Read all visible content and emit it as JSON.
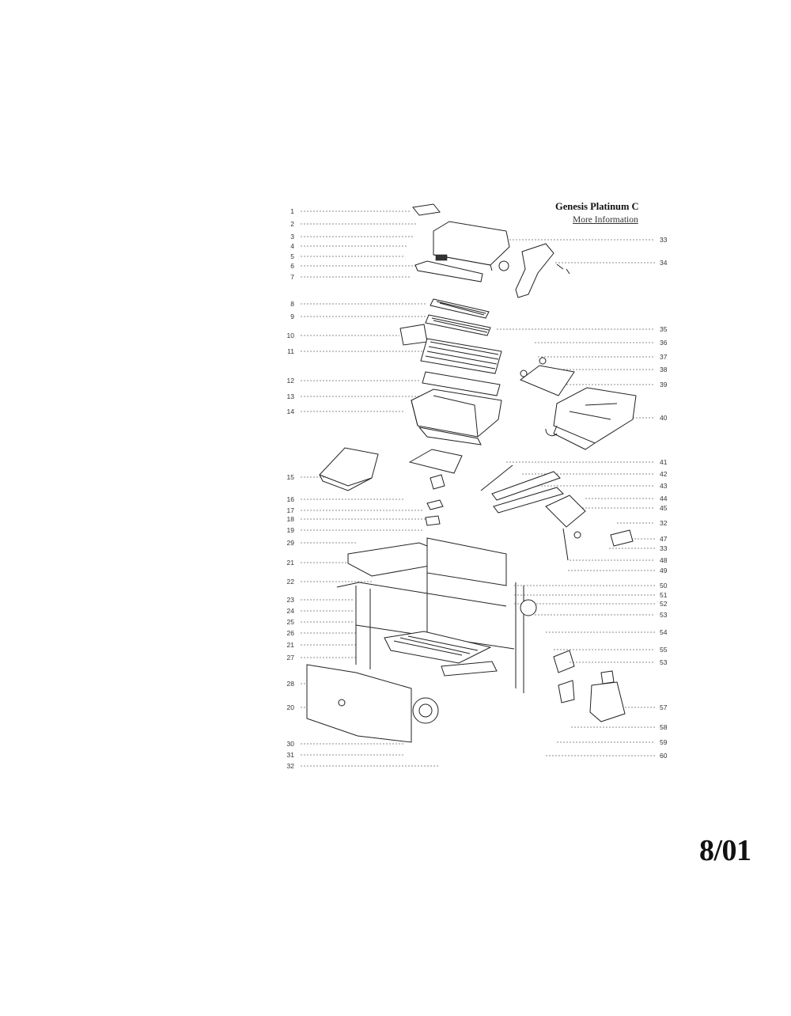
{
  "title": "Genesis Platinum C",
  "more_link": "More Information",
  "date": "8/01",
  "left_numbers": [
    "1",
    "2",
    "3",
    "4",
    "5",
    "6",
    "7",
    "8",
    "9",
    "10",
    "11",
    "12",
    "13",
    "14",
    "15",
    "16",
    "17",
    "18",
    "19",
    "29",
    "21",
    "22",
    "23",
    "24",
    "25",
    "26",
    "21",
    "27",
    "28",
    "20",
    "30",
    "31",
    "32"
  ],
  "right_numbers": [
    "33",
    "34",
    "35",
    "36",
    "37",
    "38",
    "39",
    "40",
    "41",
    "42",
    "43",
    "44",
    "45",
    "32",
    "47",
    "33",
    "48",
    "49",
    "50",
    "51",
    "52",
    "53",
    "54",
    "55",
    "53",
    "57",
    "58",
    "59",
    "60"
  ]
}
